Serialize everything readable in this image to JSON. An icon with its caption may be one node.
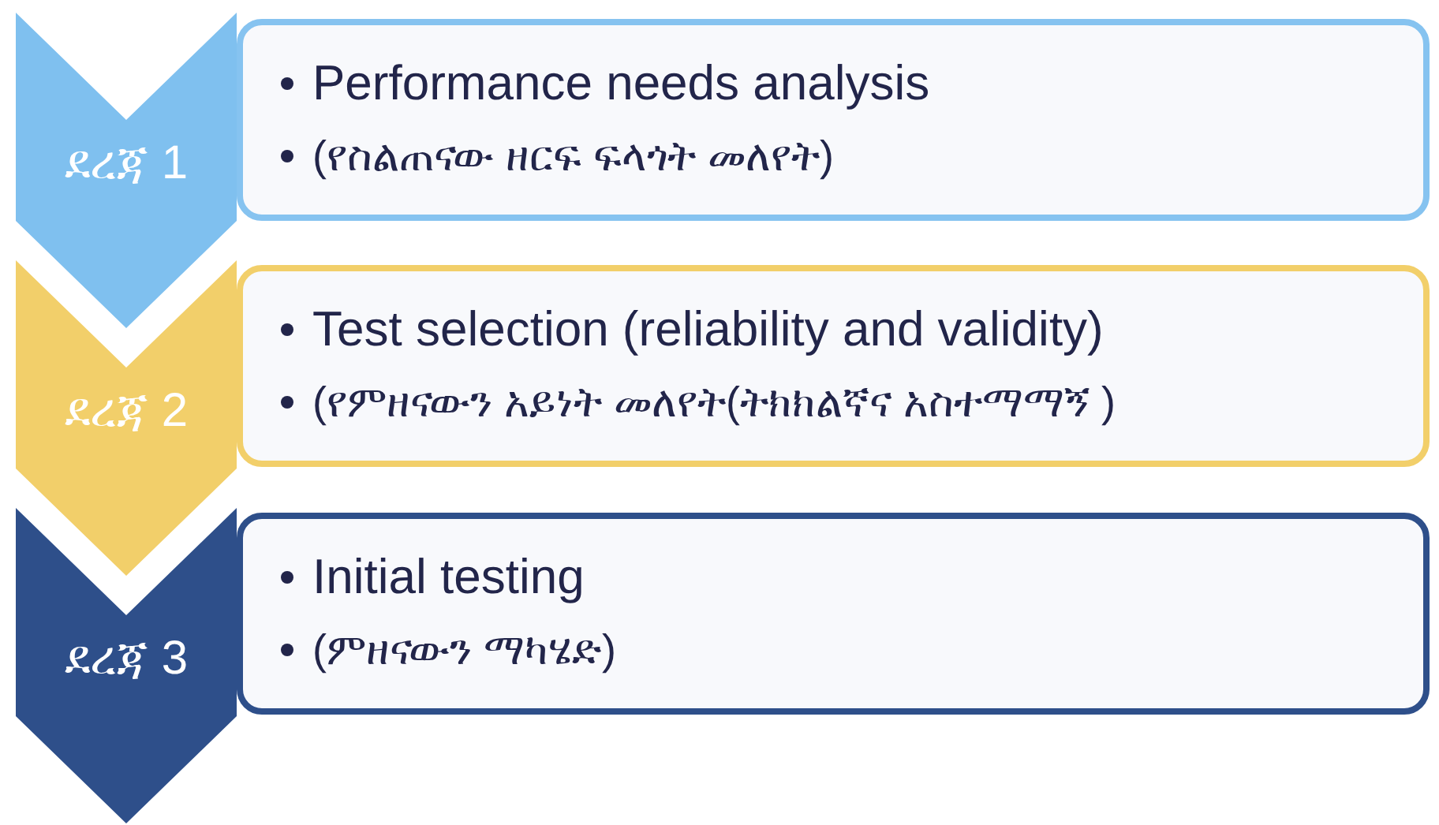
{
  "diagram": {
    "nodes": [
      {
        "text": [
          "ደረጃ 1"
        ]
      },
      {
        "text": [
          "Performance needs analysis",
          "(የስልጠናው ዘርፍ ፍላጎት መለየት)"
        ]
      },
      {
        "text": [
          "ደረጃ 2"
        ]
      },
      {
        "text": [
          "Test selection (reliability and validity)",
          "(የምዘናውን አይነት መለየት(ትክክልኛና  አስተማማኝ )"
        ]
      },
      {
        "text": [
          "ደረጃ 3"
        ]
      },
      {
        "text": [
          "Initial testing",
          "(ምዘናውን ማካሄድ)"
        ]
      }
    ]
  }
}
